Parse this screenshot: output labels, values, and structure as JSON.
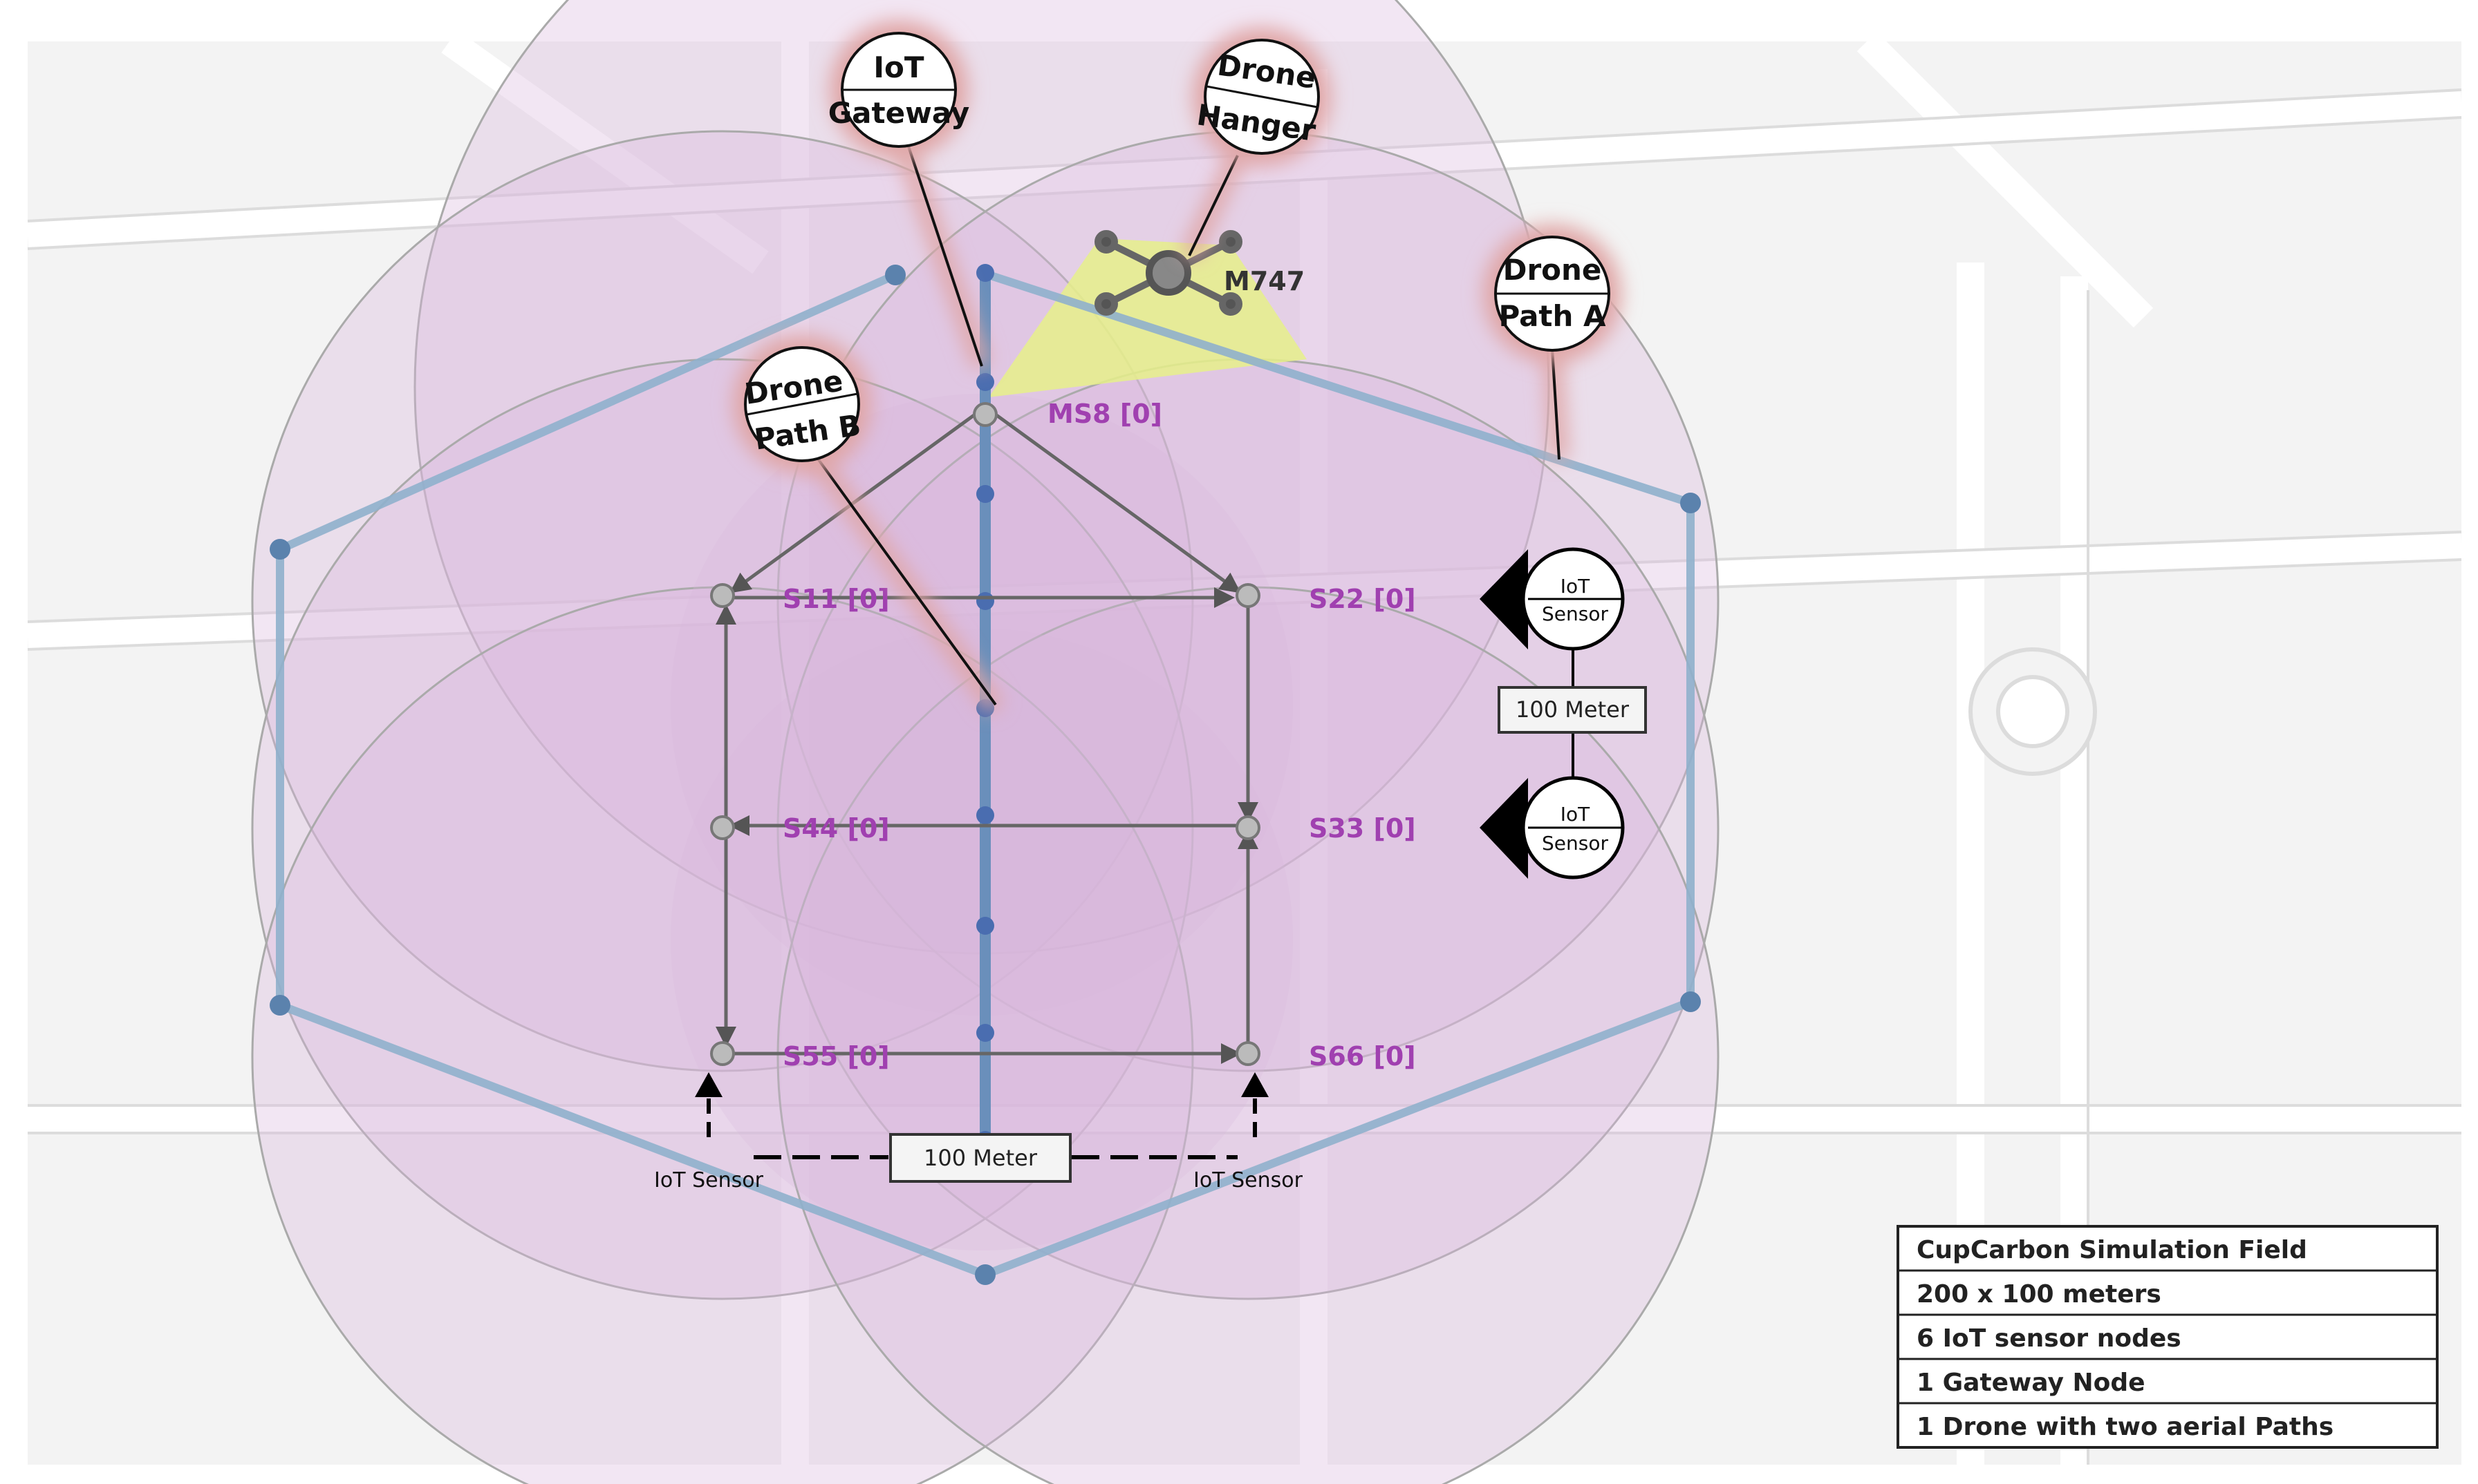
{
  "nodes": {
    "gateway": "MS8 [0]",
    "drone": "M747",
    "s11": "S11 [0]",
    "s22": "S22 [0]",
    "s33": "S33 [0]",
    "s44": "S44 [0]",
    "s55": "S55 [0]",
    "s66": "S66 [0]"
  },
  "callouts": {
    "gateway": {
      "line1": "IoT",
      "line2": "Gateway"
    },
    "hangar": {
      "line1": "Drone",
      "line2": "Hanger"
    },
    "path_a": {
      "line1": "Drone",
      "line2": "Path A"
    },
    "path_b": {
      "line1": "Drone",
      "line2": "Path B"
    },
    "sensor_right_top": {
      "line1": "IoT",
      "line2": "Sensor"
    },
    "sensor_right_bottom": {
      "line1": "IoT",
      "line2": "Sensor"
    }
  },
  "measurements": {
    "bottom": "100 Meter",
    "right": "100 Meter"
  },
  "bottom_labels": {
    "left_sensor": "IoT Sensor",
    "right_sensor": "IoT Sensor"
  },
  "info_box": {
    "rows": [
      "CupCarbon Simulation Field",
      "200 x 100 meters",
      "6 IoT sensor nodes",
      "1 Gateway Node",
      "1 Drone with two aerial Paths"
    ]
  },
  "colors": {
    "coverage_fill": "#d9b8dd",
    "path_a": "#8fb0cc",
    "node_label": "#a040b0",
    "callout_glow": "#d9a0a0",
    "hangar_zone": "#e6f08a"
  }
}
